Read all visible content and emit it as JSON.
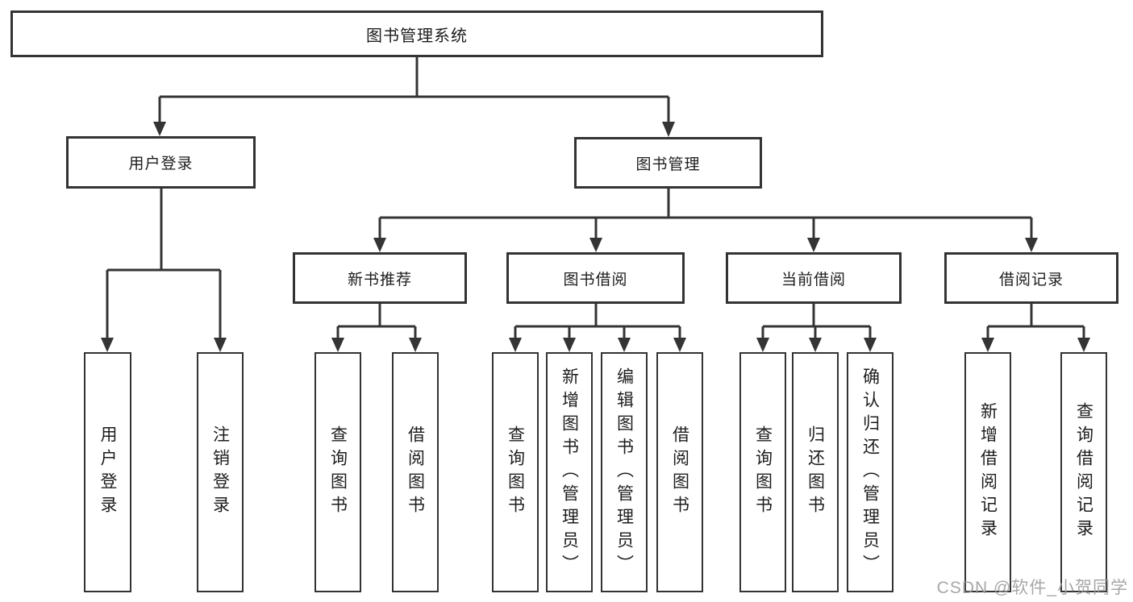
{
  "colors": {
    "line": "#343434",
    "box_border": "#333333",
    "text": "#1d1d1d",
    "watermark_text": "#9e9e9e",
    "background": "#ffffff"
  },
  "watermark": {
    "text": "CSDN @软件_小贺同学"
  },
  "tree": {
    "root": {
      "label": "图书管理系统"
    },
    "branches": [
      {
        "label": "用户登录",
        "children": [
          {
            "label": "用户登录"
          },
          {
            "label": "注销登录"
          }
        ]
      },
      {
        "label": "图书管理",
        "children": [
          {
            "label": "新书推荐",
            "children": [
              {
                "label": "查询图书"
              },
              {
                "label": "借阅图书"
              }
            ]
          },
          {
            "label": "图书借阅",
            "children": [
              {
                "label": "查询图书"
              },
              {
                "label": "新增图书（管理员）"
              },
              {
                "label": "编辑图书（管理员）"
              },
              {
                "label": "借阅图书"
              }
            ]
          },
          {
            "label": "当前借阅",
            "children": [
              {
                "label": "查询图书"
              },
              {
                "label": "归还图书"
              },
              {
                "label": "确认归还（管理员）"
              }
            ]
          },
          {
            "label": "借阅记录",
            "children": [
              {
                "label": "新增借阅记录"
              },
              {
                "label": "查询借阅记录"
              }
            ]
          }
        ]
      }
    ]
  }
}
